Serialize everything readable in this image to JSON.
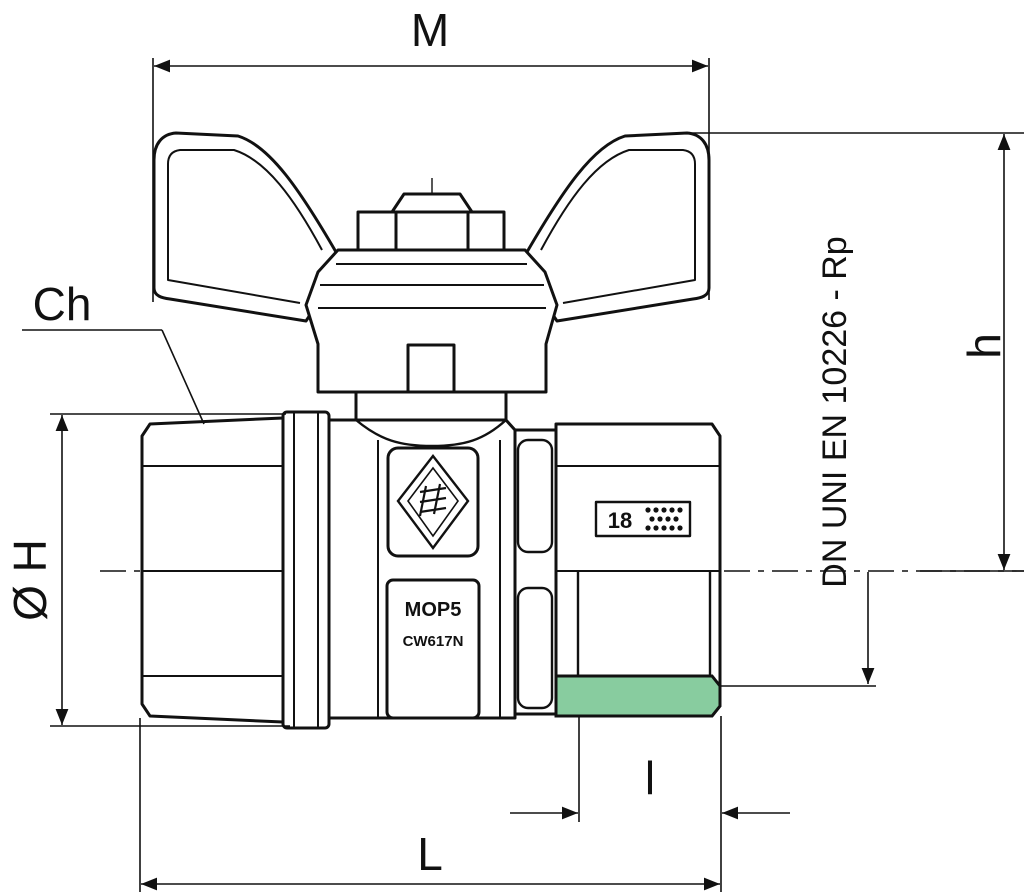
{
  "dimensions": {
    "M": "M",
    "h": "h",
    "Ch": "Ch",
    "H": "Ø H",
    "L": "L",
    "l": "l"
  },
  "thread_standard": "DN UNI EN 10226 - Rp",
  "body_markings": {
    "pressure": "MOP5",
    "material": "CW617N",
    "size": "18"
  },
  "colors": {
    "line": "#111111",
    "thread_highlight": "#88cc9f"
  },
  "icons": [
    "manufacturer-logo-icon",
    "size-dots-icon"
  ]
}
